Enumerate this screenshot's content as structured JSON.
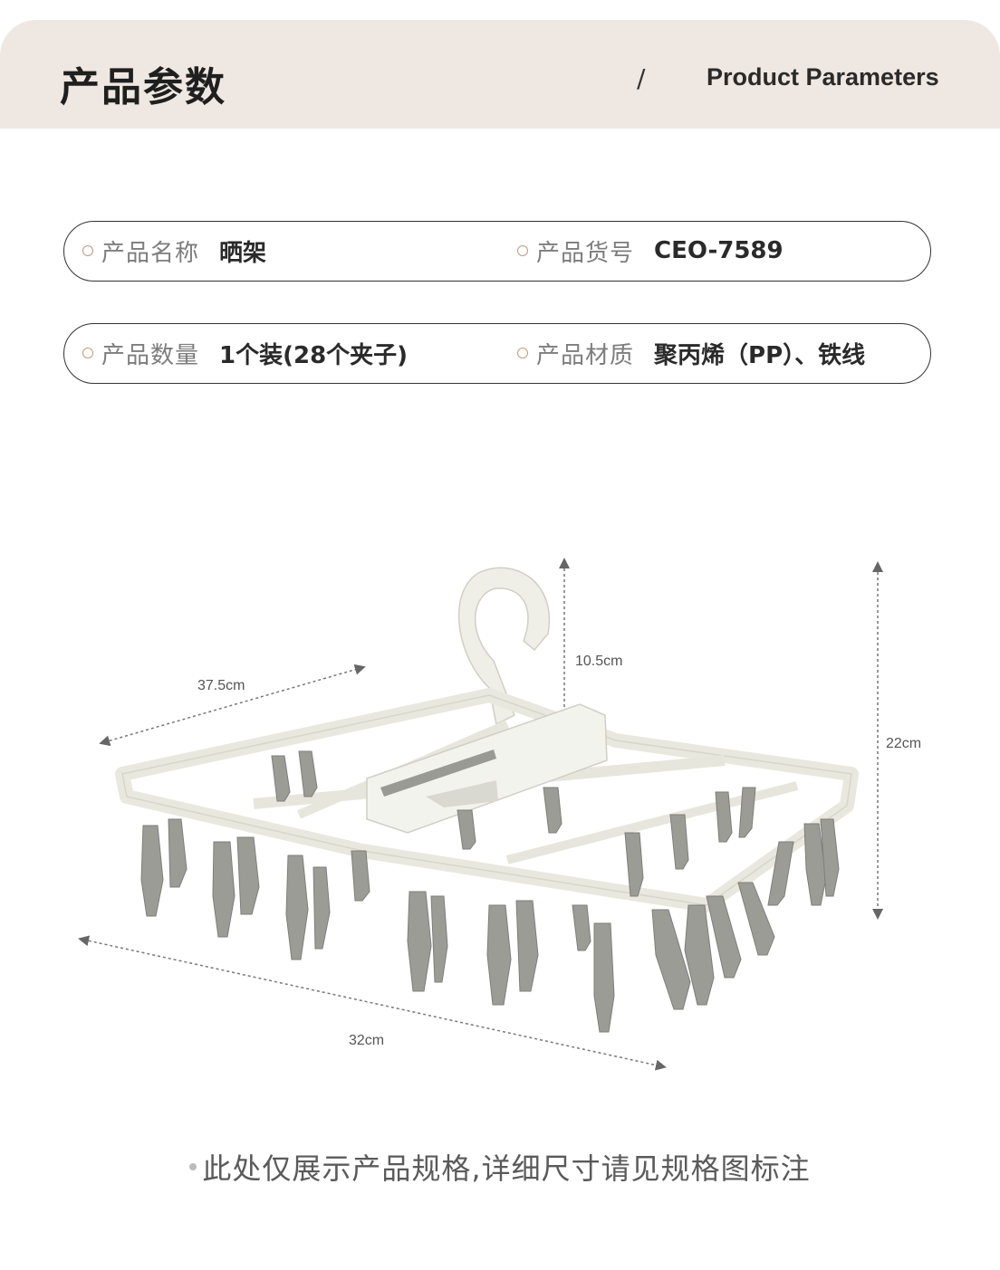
{
  "header": {
    "title": "产品参数",
    "slash": "/",
    "title_en": "Product Parameters"
  },
  "params": {
    "name_label": "产品名称",
    "name_value": "晒架",
    "code_label": "产品货号",
    "code_value": "CEO-7589",
    "qty_label": "产品数量",
    "qty_value": "1个装(28个夹子)",
    "material_label": "产品材质",
    "material_value": "聚丙烯（PP）、铁线"
  },
  "dimensions": {
    "depth": "37.5cm",
    "hook": "10.5cm",
    "height": "22cm",
    "width": "32cm"
  },
  "footnote": "此处仅展示产品规格,详细尺寸请见规格图标注",
  "colors": {
    "header_bg": "#efe7e1",
    "accent_circle": "#c49a82",
    "frame": "#eeeee6",
    "clip": "#9b9b96"
  }
}
